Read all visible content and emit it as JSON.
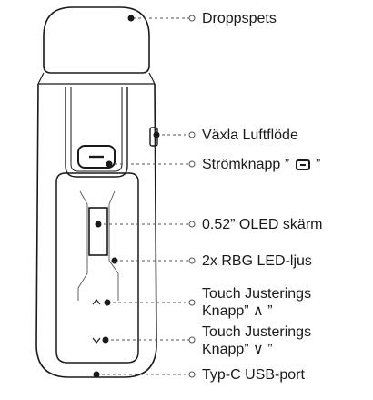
{
  "callouts": {
    "drip_tip": "Droppspets",
    "airflow": "Växla Luftflöde",
    "power_pre": "Strömknapp ”",
    "power_post": "”",
    "oled": "0.52” OLED skärm",
    "led": "2x RBG LED-ljus",
    "touch_up_line1": "Touch Justerings",
    "touch_up_line2": "Knapp” ∧ ”",
    "touch_down_line1": "Touch Justerings",
    "touch_down_line2": "Knapp” ∨ ”",
    "usb": "Typ-C USB-port"
  },
  "colors": {
    "line": "#1a1a1a",
    "fill": "#ffffff"
  },
  "icons": {
    "power_button": "minus-square-icon"
  }
}
